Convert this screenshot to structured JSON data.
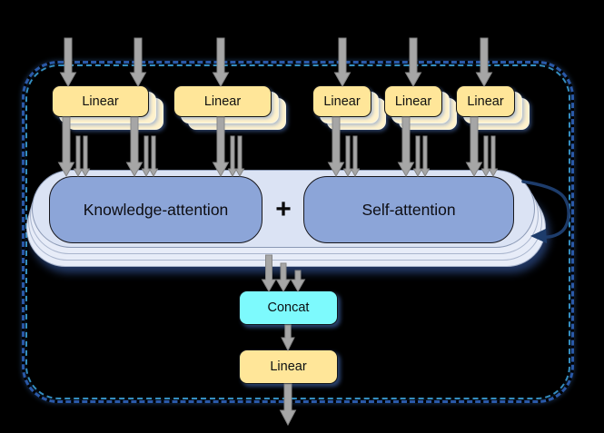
{
  "figure": {
    "background": "#000000",
    "boundary": {
      "style": "dashed-rounded",
      "outer_color": "#2a59a8",
      "inner_color": "#41b1ef"
    },
    "input_linears": [
      {
        "label": "Linear"
      },
      {
        "label": "Linear"
      },
      {
        "label": "Linear"
      },
      {
        "label": "Linear"
      },
      {
        "label": "Linear"
      }
    ],
    "attention": {
      "knowledge_label": "Knowledge-attention",
      "combine_operator": "+",
      "self_label": "Self-attention"
    },
    "concat_label": "Concat",
    "output_linear_label": "Linear",
    "colors": {
      "linear_fill": "#ffe699",
      "linear_stack_fill": "#fff2cc",
      "attention_fill": "#8ca5d8",
      "container_fill": "#dbe3f4",
      "concat_fill": "#7dfafd",
      "arrow": "#a6a6a6",
      "loop_arrow": "#1d3c6b"
    }
  }
}
